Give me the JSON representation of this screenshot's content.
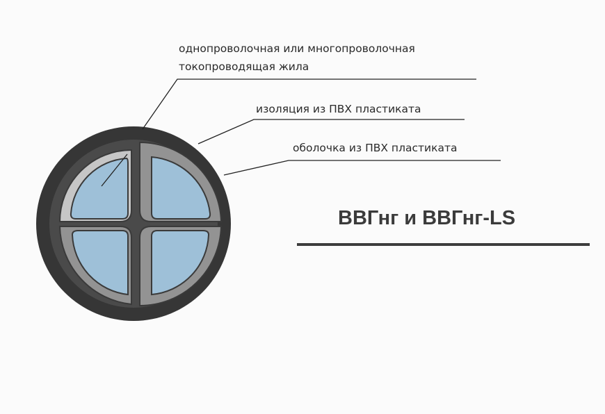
{
  "labels": {
    "conductor_line1": "однопроволочная или многопроволочная",
    "conductor_line2": "токопроводящая жила",
    "insulation": "изоляция из ПВХ пластиката",
    "sheath": "оболочка из ПВХ пластиката"
  },
  "title": "ВВГнг и ВВГнг-LS",
  "colors": {
    "sheath": "#363636",
    "inner_filler": "#4e4e4e",
    "insulation": "#8e8e8e",
    "insulation_light": "#c4c4c4",
    "conductor": "#9ec0d8",
    "leader_line": "#222222",
    "title_rule": "#3d3d3d"
  }
}
